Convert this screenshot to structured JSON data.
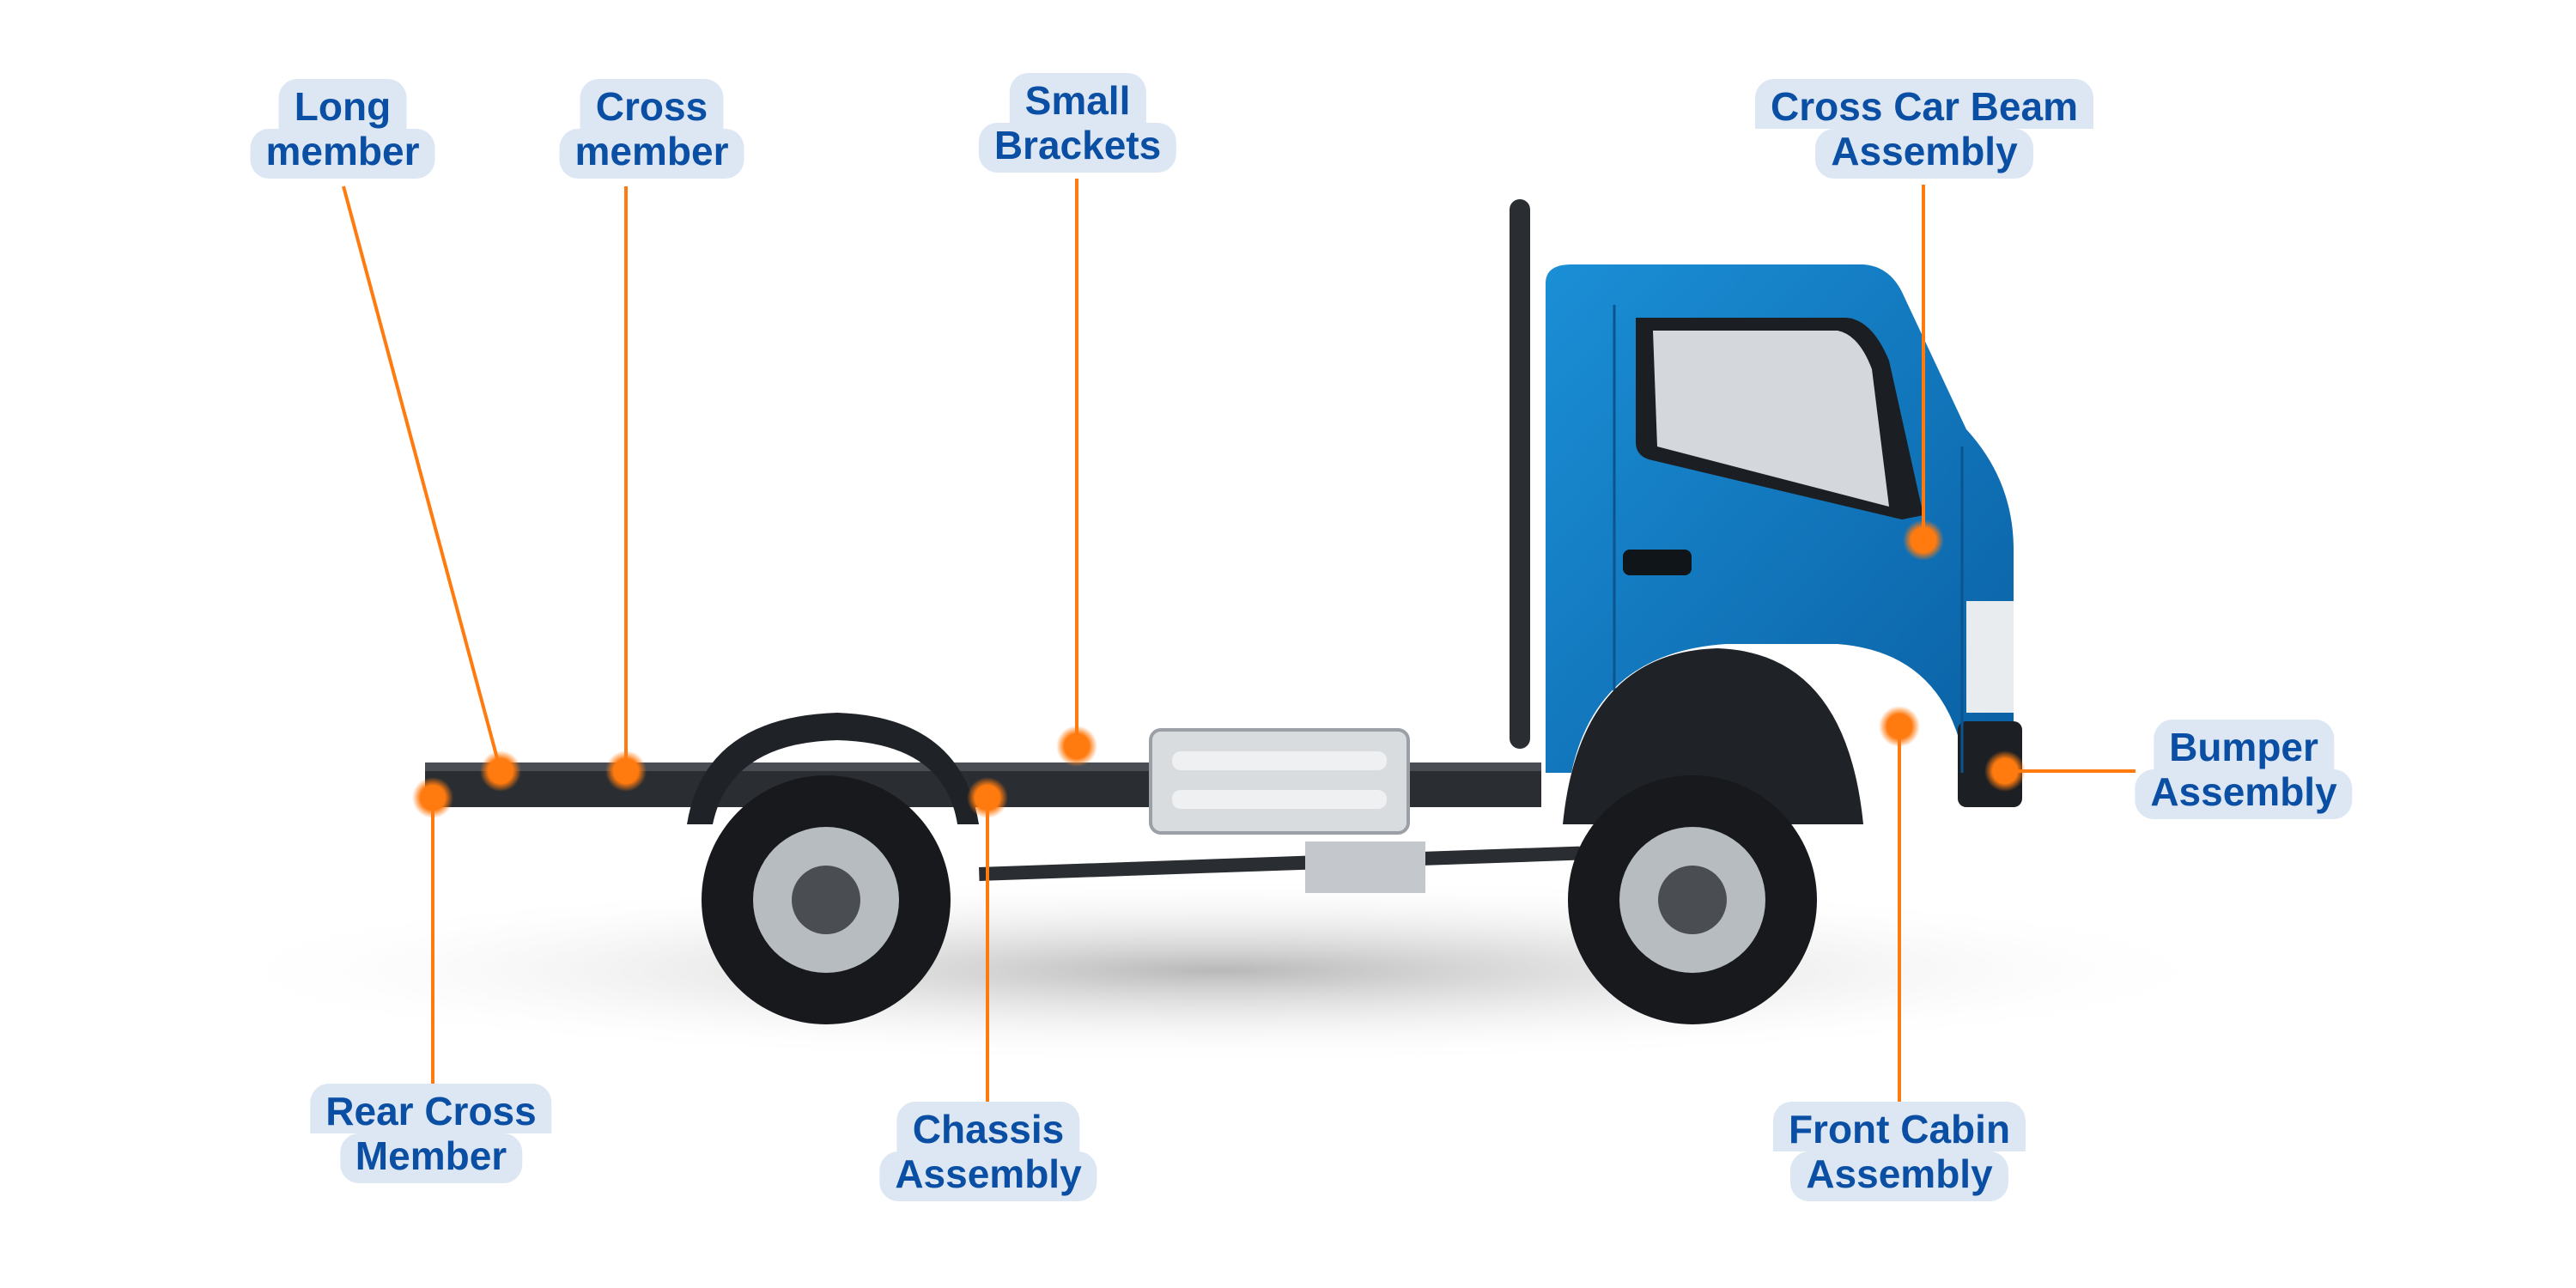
{
  "colors": {
    "label_bg": "#dce7f3",
    "label_text": "#0a4fa3",
    "leader": "#ff7a0f",
    "cab": "#0f7fc8"
  },
  "labels": {
    "long_member": [
      "Long",
      "member"
    ],
    "cross_member": [
      "Cross",
      "member"
    ],
    "small_brackets": [
      "Small",
      "Brackets"
    ],
    "cross_car_beam": [
      "Cross Car Beam",
      "Assembly"
    ],
    "bumper": [
      "Bumper",
      "Assembly"
    ],
    "rear_cross_member": [
      "Rear Cross",
      "Member"
    ],
    "chassis": [
      "Chassis",
      "Assembly"
    ],
    "front_cabin": [
      "Front Cabin",
      "Assembly"
    ]
  }
}
